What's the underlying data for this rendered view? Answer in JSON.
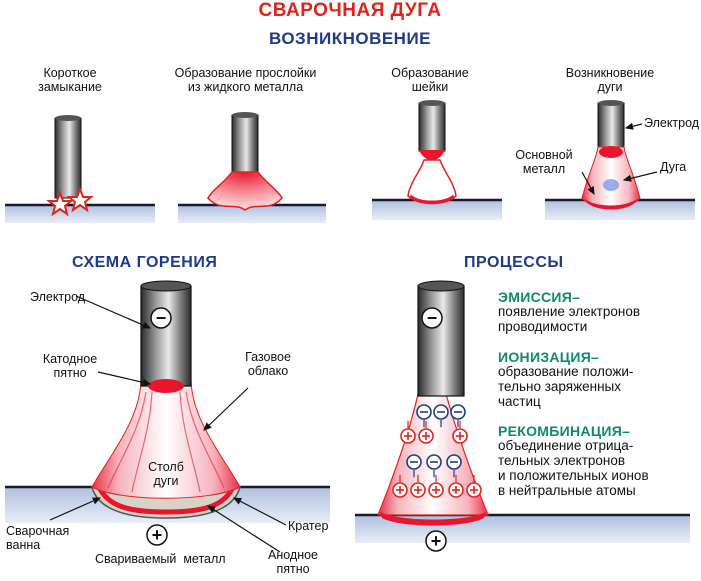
{
  "title": "СВАРОЧНАЯ ДУГА",
  "subtitle": "ВОЗНИКНОВЕНИЕ",
  "stages": [
    {
      "label_line1": "Короткое",
      "label_line2": "замыкание"
    },
    {
      "label_line1": "Образование прослойки",
      "label_line2": "из жидкого металла"
    },
    {
      "label_line1": "Образование",
      "label_line2": "шейки"
    },
    {
      "label_line1": "Возникновение",
      "label_line2": "дуги"
    }
  ],
  "stage4_labels": {
    "electrode": "Электрод",
    "base_line1": "Основной",
    "base_line2": "металл",
    "arc": "Дуга"
  },
  "burning": {
    "heading": "СХЕМА ГОРЕНИЯ",
    "electrode": "Электрод",
    "cathode_line1": "Катодное",
    "cathode_line2": "пятно",
    "gas_line1": "Газовое",
    "gas_line2": "облако",
    "column_line1": "Столб",
    "column_line2": "дуги",
    "pool_line1": "Сварочная",
    "pool_line2": "ванна",
    "crater": "Кратер",
    "workpiece": "Свариваемый  металл",
    "anode_line1": "Анодное",
    "anode_line2": "пятно",
    "minus": "−",
    "plus": "+"
  },
  "processes": {
    "heading": "ПРОЦЕССЫ",
    "minus": "−",
    "plus": "+",
    "items": [
      {
        "name": "ЭМИССИЯ–",
        "desc": [
          "появление электронов",
          "проводимости"
        ]
      },
      {
        "name": "ИОНИЗАЦИЯ–",
        "desc": [
          "образование положи-",
          "тельно заряженных",
          "частиц"
        ]
      },
      {
        "name": "РЕКОМБИНАЦИЯ–",
        "desc": [
          "объединение отрица-",
          "тельных электронов",
          "и положительных ионов",
          "в нейтральные атомы"
        ]
      }
    ]
  },
  "colors": {
    "title_red": "#e2231a",
    "title_blue": "#1e3a8c",
    "accent_green": "#0f8a6c",
    "metal_blue": "#b9cbe6"
  }
}
